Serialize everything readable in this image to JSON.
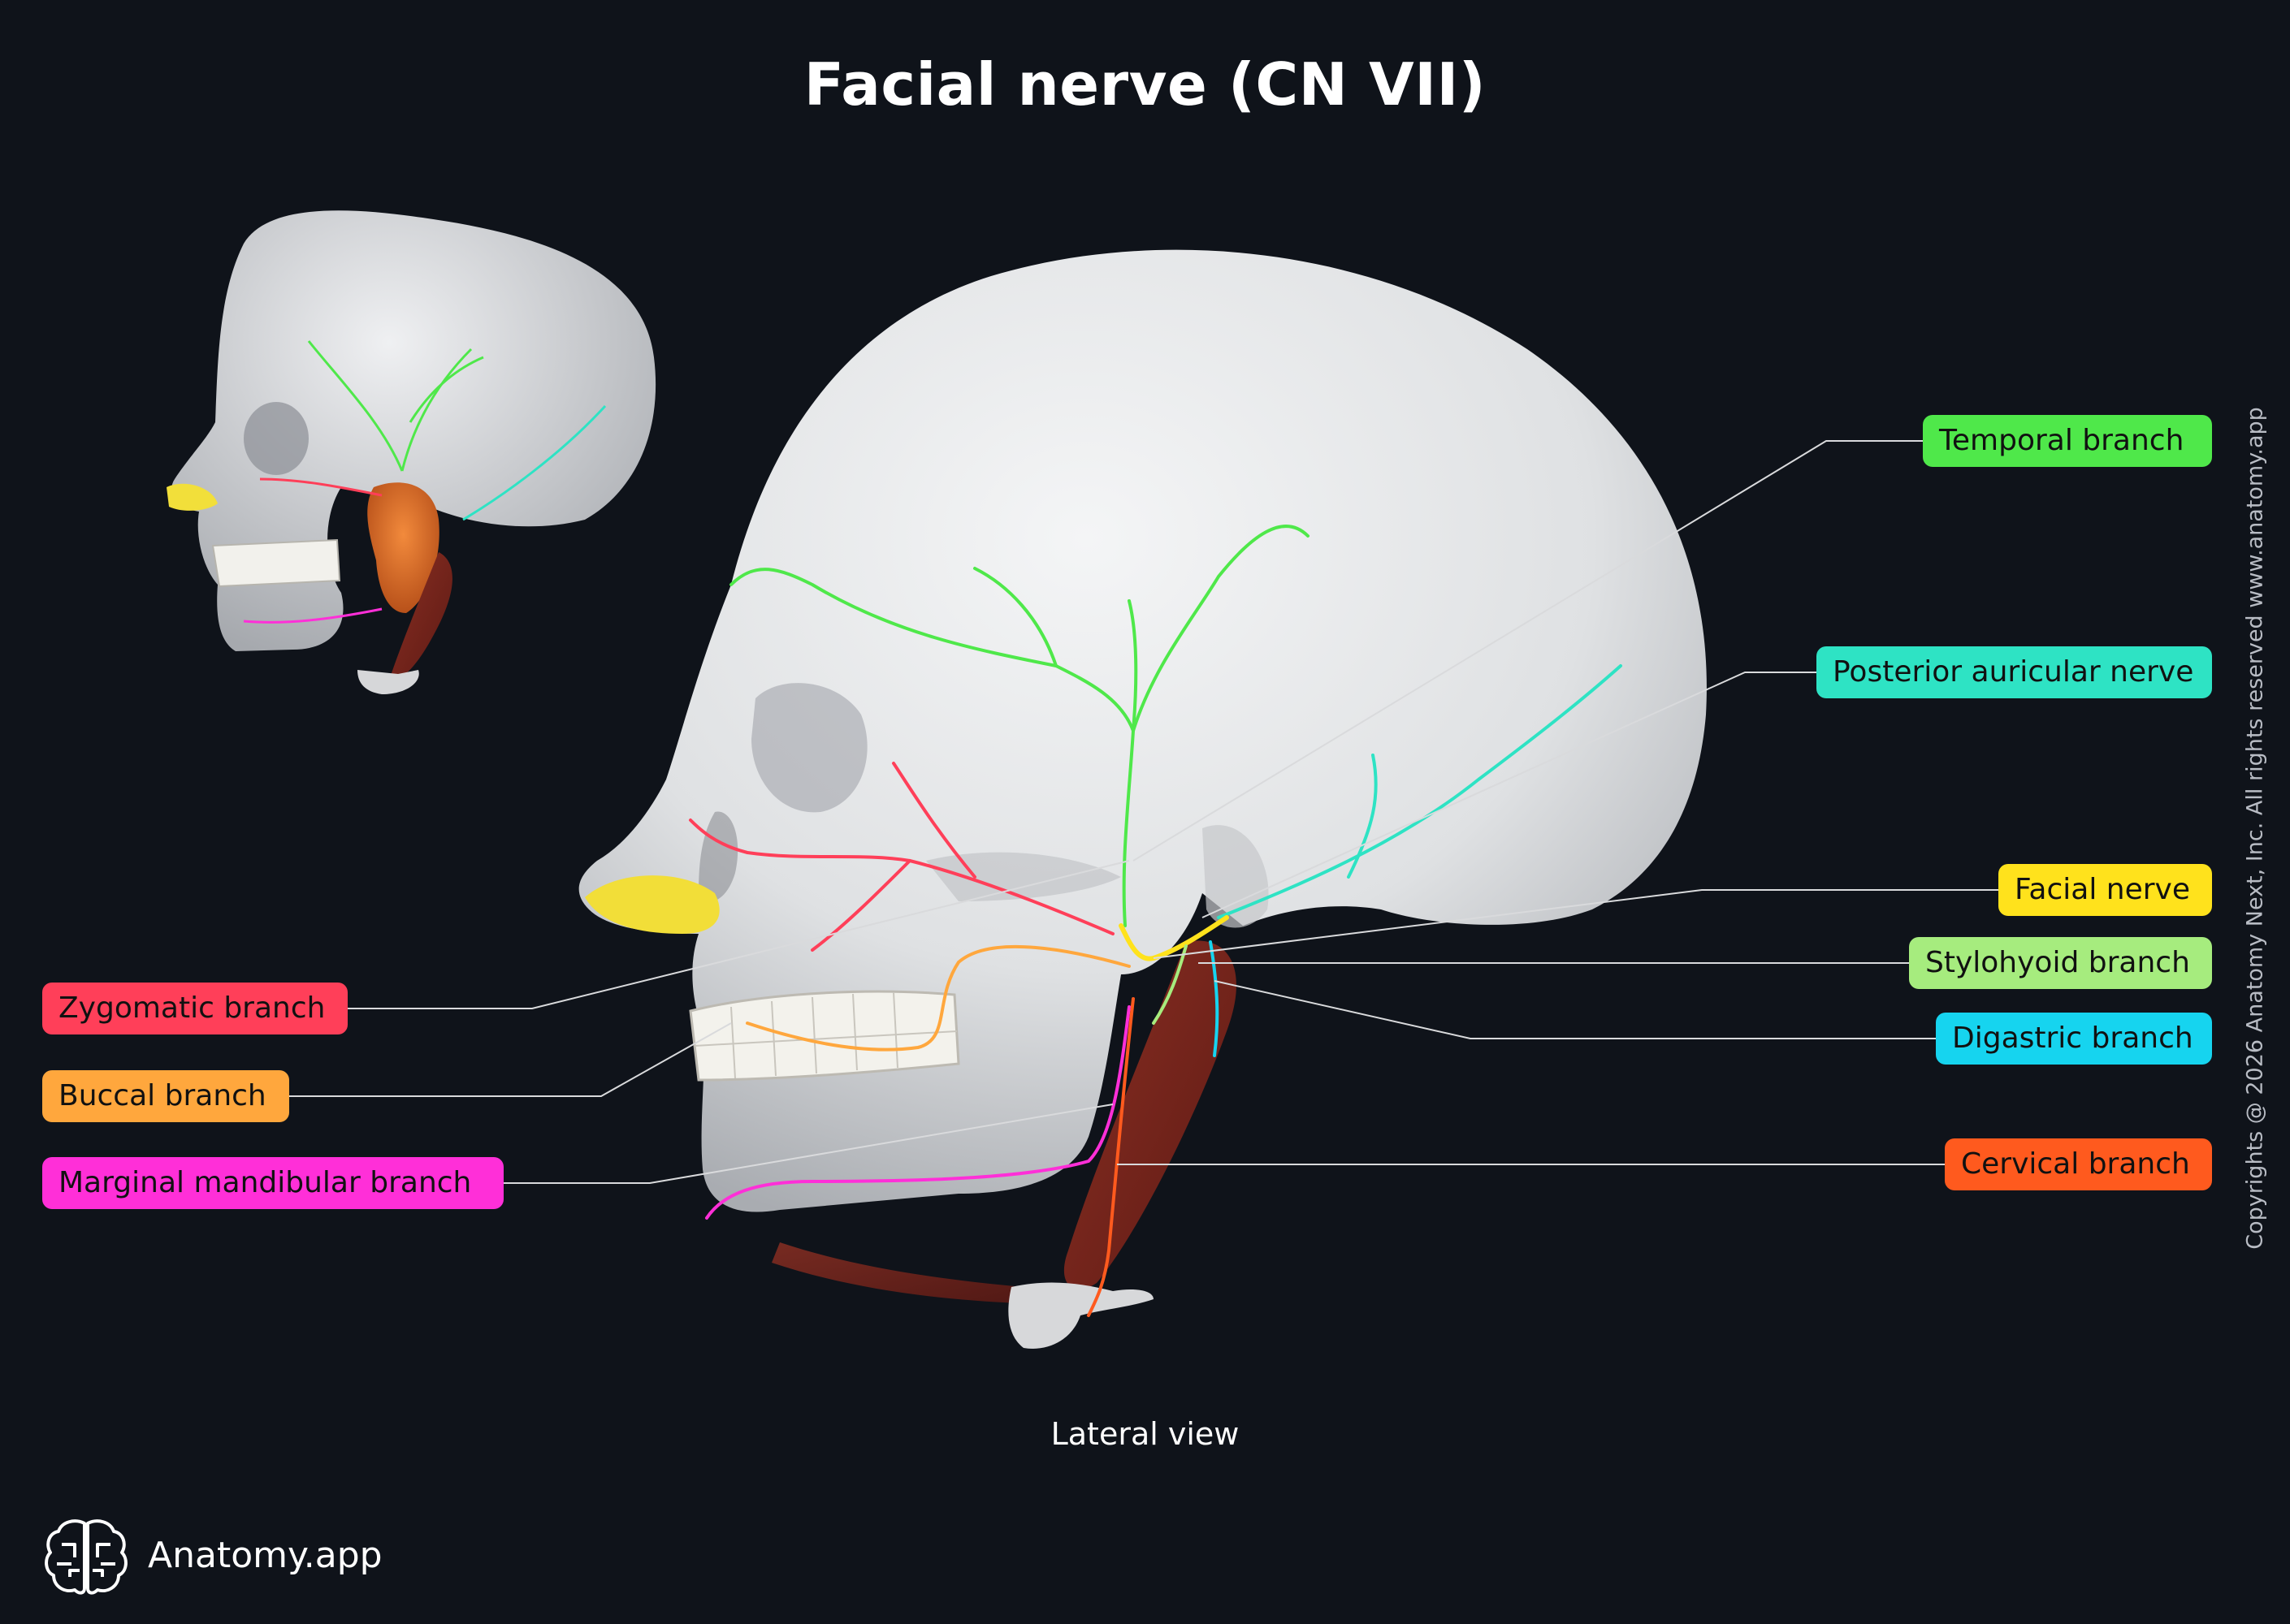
{
  "title": "Facial nerve (CN VII)",
  "view_caption": "Lateral view",
  "copyright": "Copyrights @ 2026 Anatomy Next, Inc. All rights reserved www.anatomy.app",
  "brand": {
    "name": "Anatomy.app",
    "icon": "brain-logo-icon"
  },
  "labels": {
    "temporal": {
      "text": "Temporal branch",
      "color": "#4fe84a"
    },
    "posterior_auricular": {
      "text": "Posterior auricular nerve",
      "color": "#2ee3c4"
    },
    "facial": {
      "text": "Facial nerve",
      "color": "#ffe21c"
    },
    "stylohyoid": {
      "text": "Stylohyoid branch",
      "color": "#a6ec7e"
    },
    "digastric": {
      "text": "Digastric branch",
      "color": "#16d4ef"
    },
    "cervical": {
      "text": "Cervical branch",
      "color": "#ff5a1e"
    },
    "zygomatic": {
      "text": "Zygomatic branch",
      "color": "#ff3f59"
    },
    "buccal": {
      "text": "Buccal branch",
      "color": "#ffa73d"
    },
    "marginal_mandibular": {
      "text": "Marginal mandibular branch",
      "color": "#ff2fd8"
    }
  },
  "colors": {
    "background": "#0f131a",
    "bone": "#e7e8ea",
    "leader_line": "#d9dadc"
  }
}
